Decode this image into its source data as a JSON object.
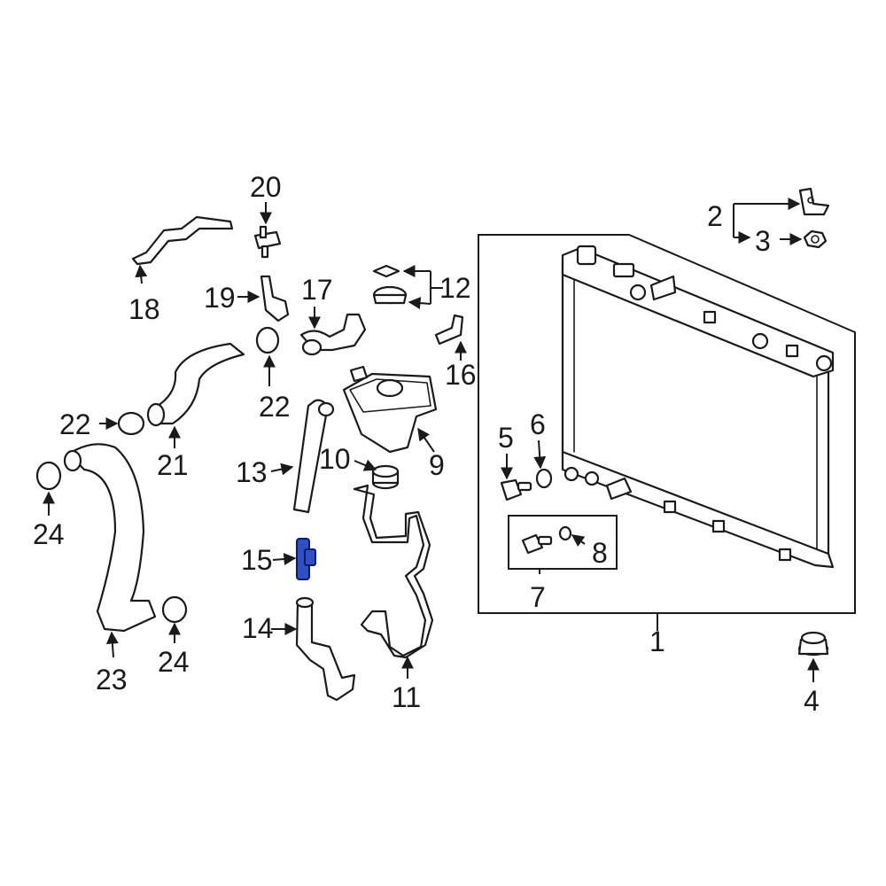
{
  "diagram": {
    "callouts": {
      "c1": "1",
      "c2": "2",
      "c3": "3",
      "c4": "4",
      "c5": "5",
      "c6": "6",
      "c7": "7",
      "c8": "8",
      "c9": "9",
      "c10": "10",
      "c11": "11",
      "c12": "12",
      "c13": "13",
      "c14": "14",
      "c15": "15",
      "c16": "16",
      "c17": "17",
      "c18": "18",
      "c19": "19",
      "c20": "20",
      "c21": "21",
      "c22a": "22",
      "c22b": "22",
      "c23": "23",
      "c24a": "24",
      "c24b": "24"
    },
    "highlighted_part": "15",
    "colors": {
      "highlight": "#2f4fc4",
      "line": "#1a1a1a",
      "background": "#ffffff"
    }
  }
}
